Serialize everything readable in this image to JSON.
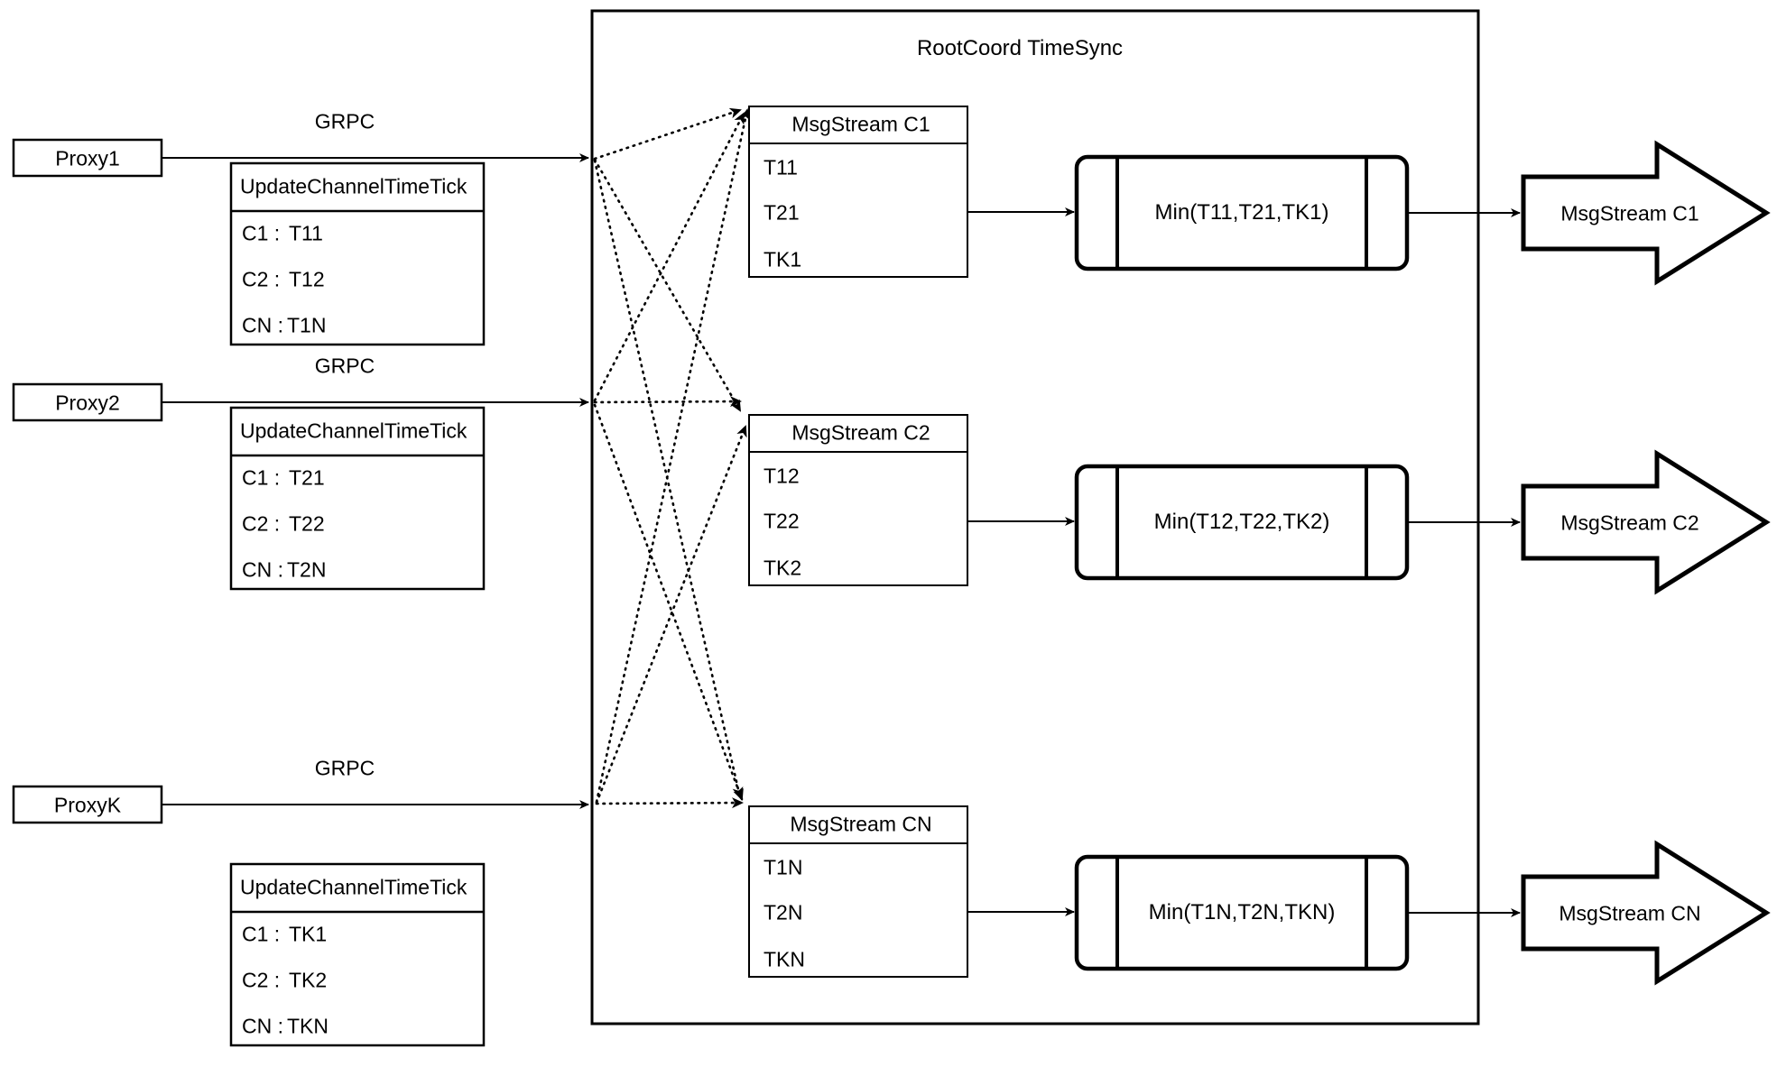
{
  "diagram": {
    "title": "RootCoord TimeSync",
    "container_label": "RootCoord TimeSync",
    "protocol_label": "GRPC"
  },
  "proxies": [
    {
      "name": "Proxy1",
      "link_label": "GRPC",
      "request": {
        "header": "UpdateChannelTimeTick",
        "rows": [
          {
            "key": "C1 :",
            "value": "T11"
          },
          {
            "key": "C2 :",
            "value": "T12"
          },
          {
            "key": "CN :",
            "value": "T1N"
          }
        ]
      }
    },
    {
      "name": "Proxy2",
      "link_label": "GRPC",
      "request": {
        "header": "UpdateChannelTimeTick",
        "rows": [
          {
            "key": "C1 :",
            "value": "T21"
          },
          {
            "key": "C2 :",
            "value": "T22"
          },
          {
            "key": "CN :",
            "value": "T2N"
          }
        ]
      }
    },
    {
      "name": "ProxyK",
      "link_label": "GRPC",
      "request": {
        "header": "UpdateChannelTimeTick",
        "rows": [
          {
            "key": "C1 :",
            "value": "TK1"
          },
          {
            "key": "C2 :",
            "value": "TK2"
          },
          {
            "key": "CN :",
            "value": "TKN"
          }
        ]
      }
    }
  ],
  "channels": [
    {
      "stream_header": "MsgStream C1",
      "ticks": [
        "T11",
        "T21",
        "TK1"
      ],
      "min_label": "Min(T11,T21,TK1)",
      "output_label": "MsgStream C1"
    },
    {
      "stream_header": "MsgStream C2",
      "ticks": [
        "T12",
        "T22",
        "TK2"
      ],
      "min_label": "Min(T12,T22,TK2)",
      "output_label": "MsgStream C2"
    },
    {
      "stream_header": "MsgStream CN",
      "ticks": [
        "T1N",
        "T2N",
        "TKN"
      ],
      "min_label": "Min(T1N,T2N,TKN)",
      "output_label": "MsgStream CN"
    }
  ],
  "colors": {
    "stroke": "#000000",
    "background": "#ffffff",
    "text": "#000000"
  }
}
